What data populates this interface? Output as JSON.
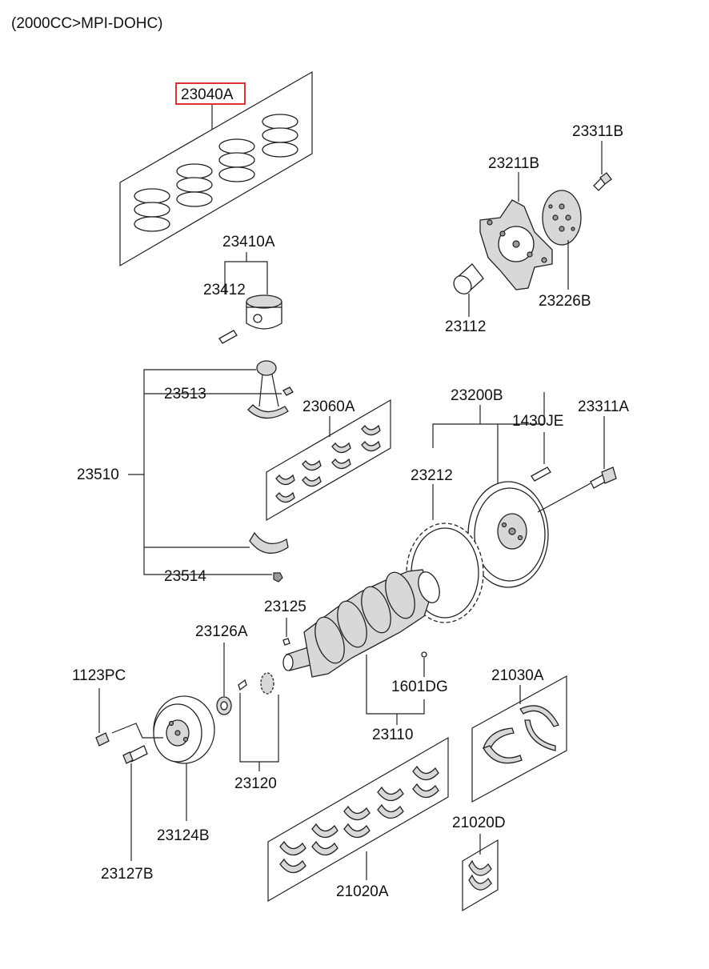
{
  "header": {
    "title": "(2000CC>MPI-DOHC)"
  },
  "labels": {
    "p23040A": "23040A",
    "p23410A": "23410A",
    "p23412": "23412",
    "p23311B": "23311B",
    "p23211B": "23211B",
    "p23226B": "23226B",
    "p23112": "23112",
    "p23513": "23513",
    "p23060A": "23060A",
    "p23200B": "23200B",
    "p1430JE": "1430JE",
    "p23311A": "23311A",
    "p23510": "23510",
    "p23212": "23212",
    "p23514": "23514",
    "p23125": "23125",
    "p23126A": "23126A",
    "p1123PC": "1123PC",
    "p1601DG": "1601DG",
    "p21030A": "21030A",
    "p23110": "23110",
    "p23120": "23120",
    "p23124B": "23124B",
    "p21020D": "21020D",
    "p23127B": "23127B",
    "p21020A": "21020A"
  },
  "highlight": {
    "part": "23040A",
    "color": "#e03030"
  }
}
